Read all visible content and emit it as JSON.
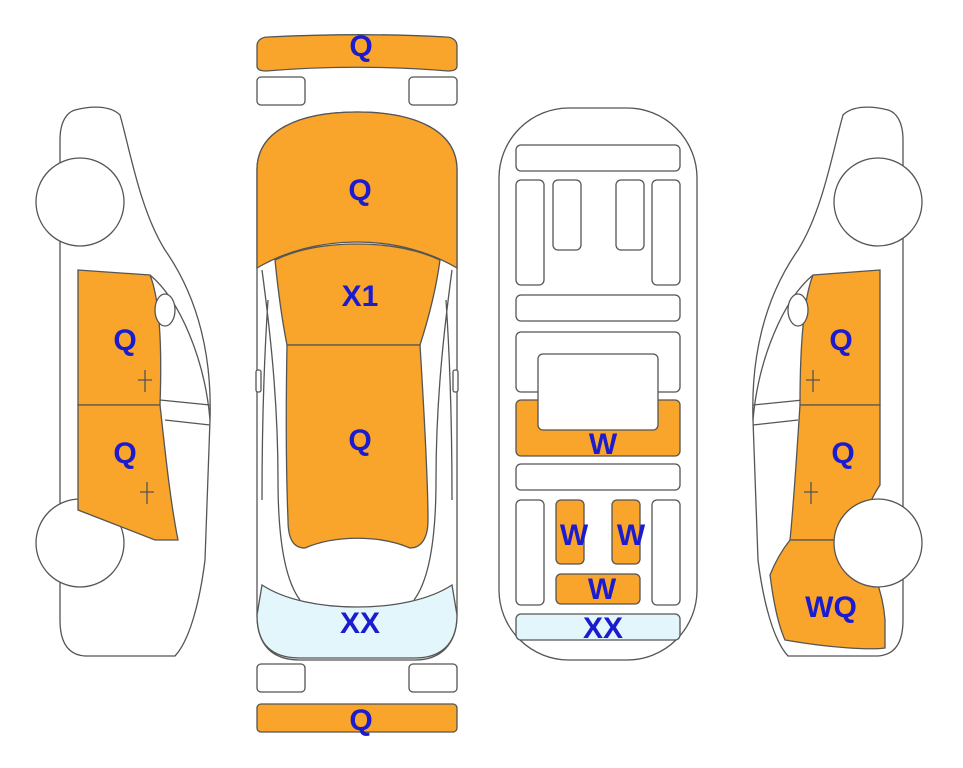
{
  "colors": {
    "damage_fill": "#f9a42a",
    "glass_fill": "#e2f6fb",
    "label_color": "#1c1ccf",
    "outline": "#555555"
  },
  "labels": {
    "front_bumper": "Q",
    "hood": "Q",
    "windshield": "X1",
    "roof": "Q",
    "rear_glass": "XX",
    "rear_bumper": "Q",
    "left_front_door": "Q",
    "left_rear_door": "Q",
    "right_front_door": "Q",
    "right_rear_door": "Q",
    "right_quarter_panel": "WQ",
    "floor_crossmember": "W",
    "floor_left_rail": "W",
    "floor_right_rail": "W",
    "floor_rear_panel": "W",
    "floor_tail_panel": "XX"
  }
}
